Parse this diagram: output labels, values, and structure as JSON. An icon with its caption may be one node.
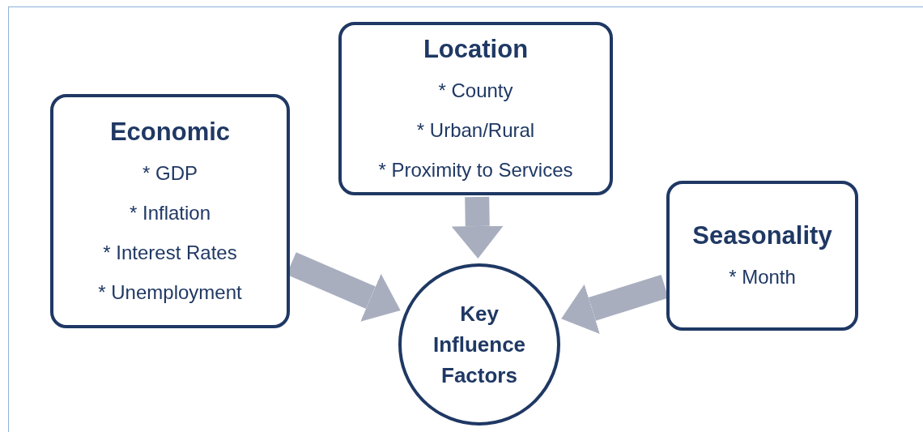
{
  "diagram": {
    "nodes": [
      {
        "text": [
          "Economic",
          "* GDP",
          "* Inflation",
          "* Interest Rates",
          "* Unemployment"
        ]
      },
      {
        "text": [
          "Location",
          "* County",
          "* Urban/Rural",
          "* Proximity to Services"
        ]
      },
      {
        "text": [
          "Seasonality",
          "* Month"
        ]
      },
      {
        "text": [
          "Key Influence Factors"
        ]
      }
    ],
    "edges": [
      {
        "from": 0,
        "to": 3,
        "arrow": "to"
      },
      {
        "from": 1,
        "to": 3,
        "arrow": "to"
      },
      {
        "from": 2,
        "to": 3,
        "arrow": "to"
      }
    ]
  }
}
